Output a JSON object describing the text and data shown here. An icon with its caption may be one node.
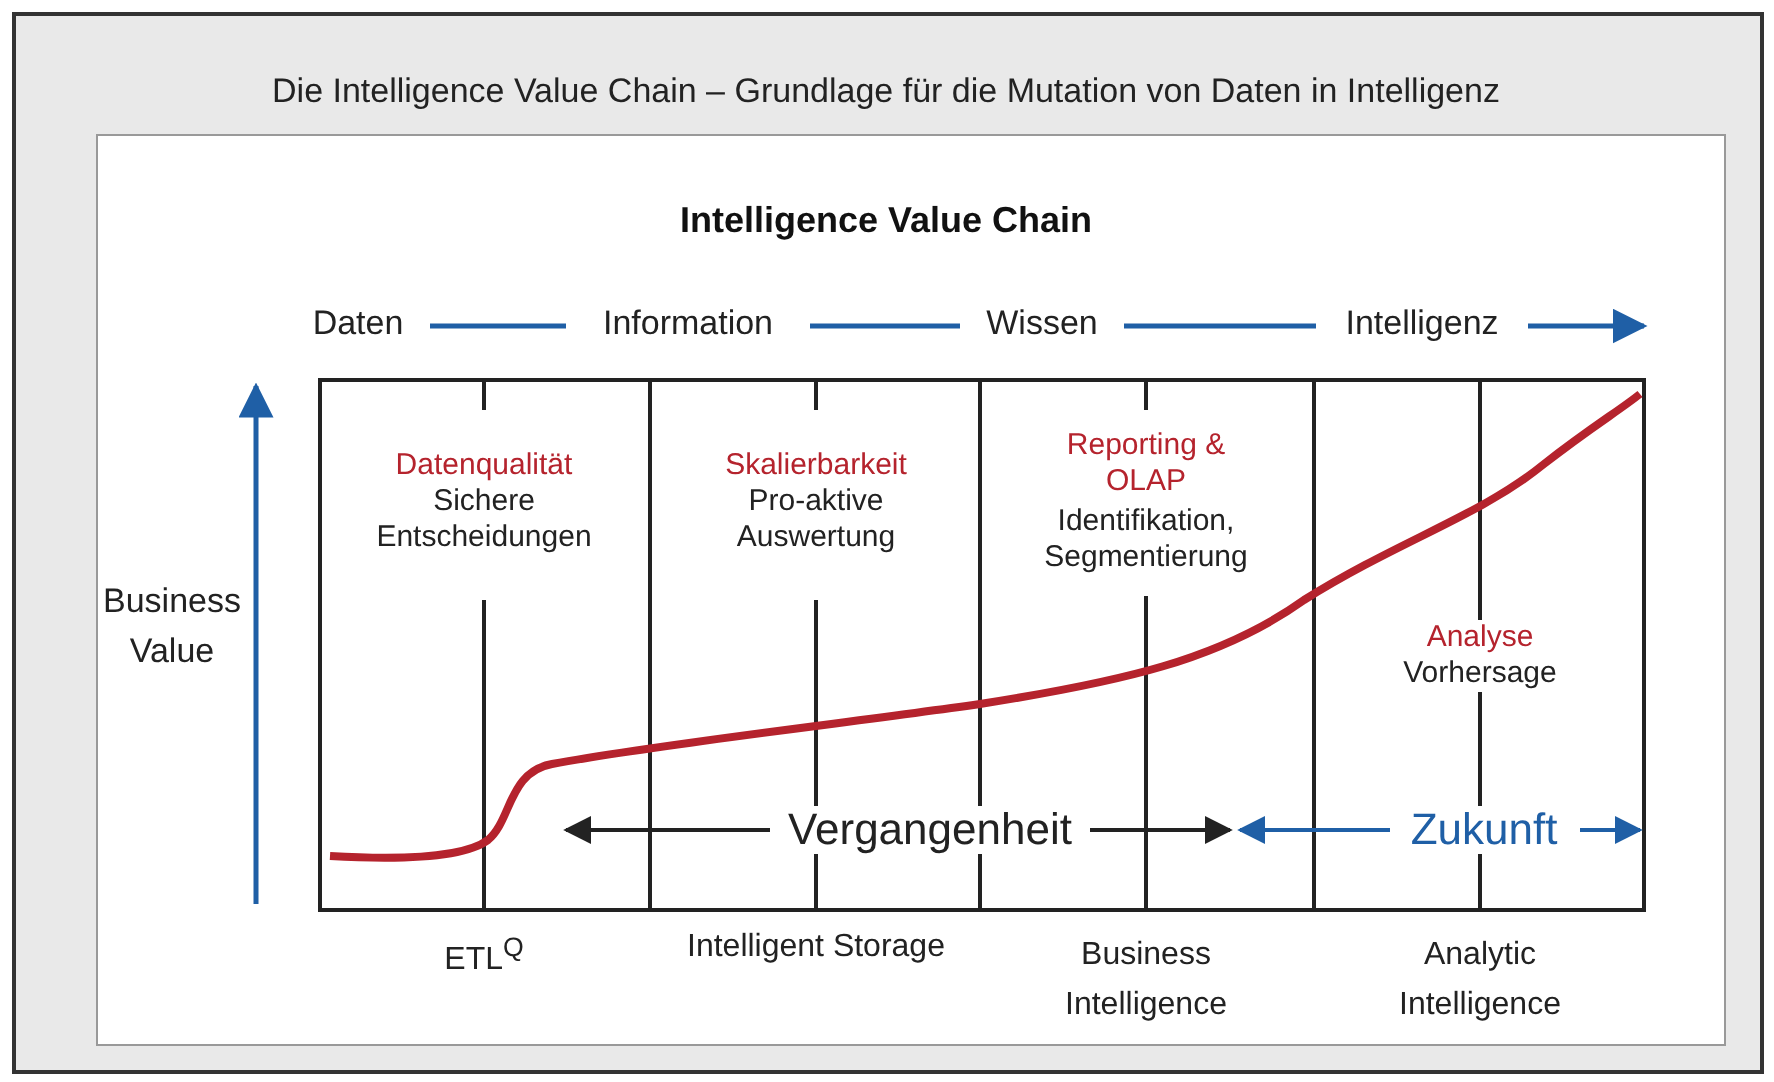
{
  "diagram": {
    "title": "Die Intelligence Value Chain – Grundlage für die Mutation von Daten in Intelligenz",
    "nodes": [
      {
        "text": [
          "Daten"
        ]
      },
      {
        "text": [
          "Information"
        ]
      },
      {
        "text": [
          "Wissen"
        ]
      },
      {
        "text": [
          "Intelligenz"
        ]
      }
    ],
    "edges": [
      {
        "from": 0,
        "to": 1,
        "arrow": "none"
      },
      {
        "from": 1,
        "to": 2,
        "arrow": "none"
      },
      {
        "from": 2,
        "to": 3,
        "arrow": "none"
      },
      {
        "from": 3,
        "to": null,
        "arrow": "to"
      }
    ],
    "labels": [
      "Intelligence Value Chain",
      "Datenqualität",
      "Sichere Entscheidungen",
      "Skalierbarkeit",
      "Pro-aktive Auswertung",
      "Reporting & OLAP",
      "Identifikation, Segmentierung",
      "Business Value",
      "Analyse",
      "Vorhersage",
      "Vergangenheit",
      "Zukunft",
      "ETL$^{Q}$",
      "Intelligent Storage",
      "Business Intelligence",
      "Analytic Intelligence"
    ]
  }
}
